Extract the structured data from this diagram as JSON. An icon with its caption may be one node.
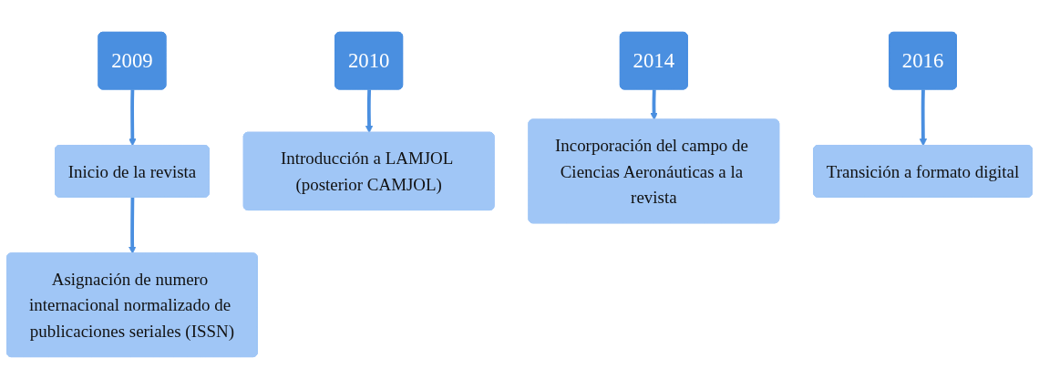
{
  "diagram": {
    "nodes": [
      {
        "text": [
          "2009"
        ]
      },
      {
        "text": [
          "Inicio de la revista"
        ]
      },
      {
        "text": [
          "Asignación de numero internacional normalizado de publicaciones seriales (ISSN)"
        ]
      },
      {
        "text": [
          "2010"
        ]
      },
      {
        "text": [
          "Introducción a LAMJOL (posterior CAMJOL)"
        ]
      },
      {
        "text": [
          "2014"
        ]
      },
      {
        "text": [
          "Incorporación del campo de Ciencias Aeronáuticas a la revista"
        ]
      },
      {
        "text": [
          "2016"
        ]
      },
      {
        "text": [
          "Transición a formato digital"
        ]
      }
    ],
    "edges": [
      {
        "from": 0,
        "to": 1,
        "arrow": "to"
      },
      {
        "from": 1,
        "to": 2,
        "arrow": "to"
      },
      {
        "from": 3,
        "to": 4,
        "arrow": "to"
      },
      {
        "from": 5,
        "to": 6,
        "arrow": "to"
      },
      {
        "from": 7,
        "to": 8,
        "arrow": "to"
      }
    ]
  }
}
